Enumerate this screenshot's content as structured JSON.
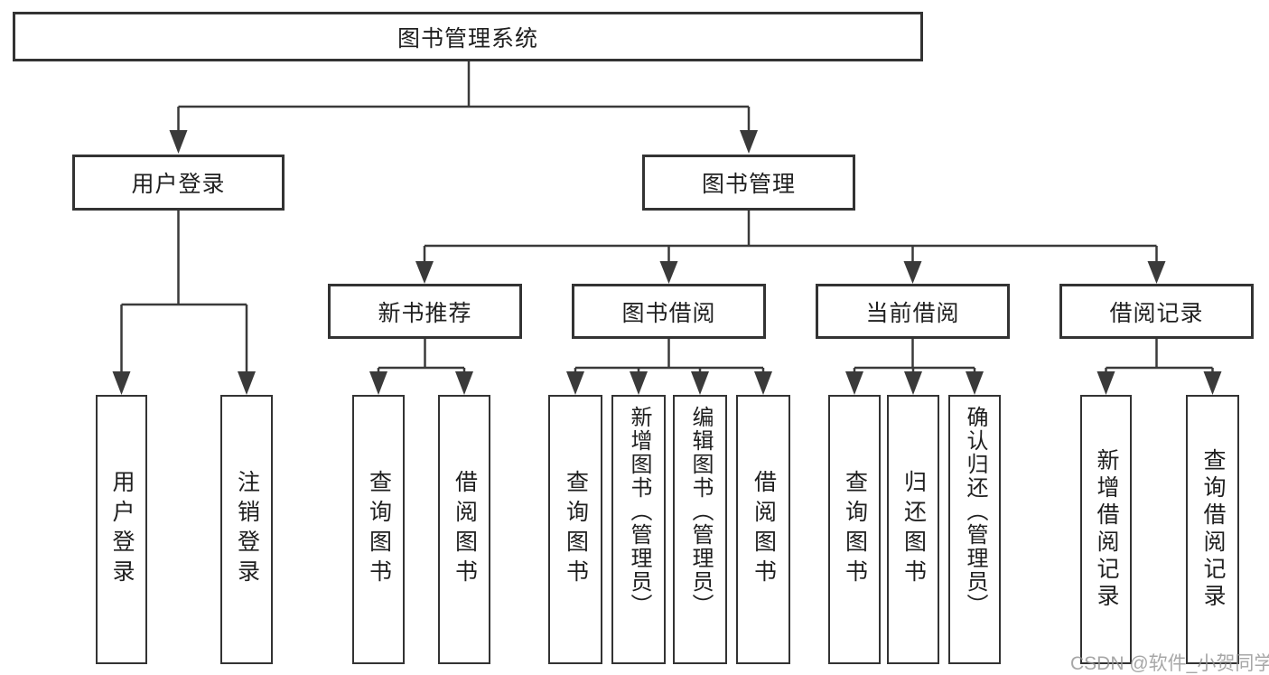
{
  "diagram": {
    "root": {
      "label": "图书管理系统"
    },
    "branches": [
      {
        "label": "用户登录",
        "leaves": [
          "用户登录",
          "注销登录"
        ]
      },
      {
        "label": "图书管理",
        "groups": [
          {
            "label": "新书推荐",
            "leaves": [
              "查询图书",
              "借阅图书"
            ]
          },
          {
            "label": "图书借阅",
            "leaves": [
              "查询图书",
              "新增图书（管理员）",
              "编辑图书（管理员）",
              "借阅图书"
            ]
          },
          {
            "label": "当前借阅",
            "leaves": [
              "查询图书",
              "归还图书",
              "确认归还（管理员）"
            ]
          },
          {
            "label": "借阅记录",
            "leaves": [
              "新增借阅记录",
              "查询借阅记录"
            ]
          }
        ]
      }
    ]
  },
  "watermark": {
    "text": "CSDN @软件_小贺同学"
  },
  "colors": {
    "line": "#3a3a3a",
    "box_border": "#333333",
    "text": "#1f1f1f",
    "background": "#ffffff",
    "watermark": "#919191"
  }
}
